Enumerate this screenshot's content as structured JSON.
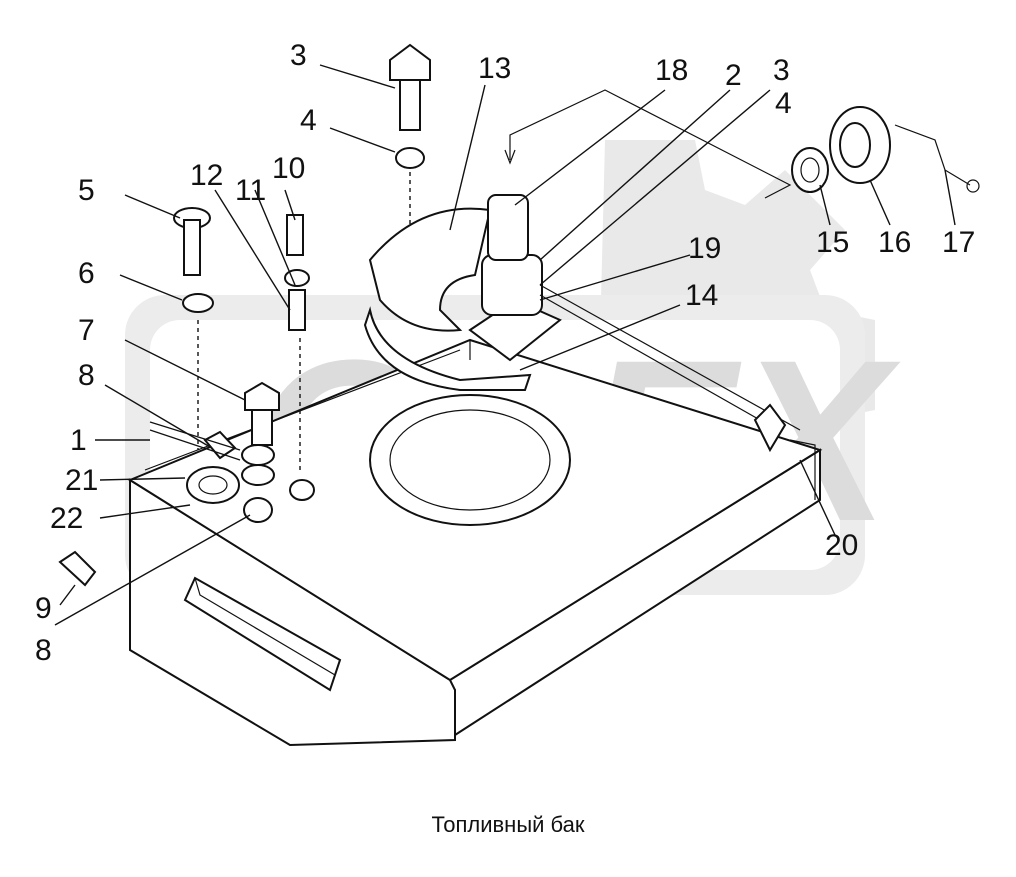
{
  "caption": "Топливный бак",
  "watermark": "OPEX",
  "colors": {
    "line": "#111111",
    "watermark": "#e8e8e8",
    "background": "#ffffff"
  },
  "callouts": {
    "c1": "1",
    "c2": "2",
    "c3a": "3",
    "c3b": "3",
    "c4a": "4",
    "c4b": "4",
    "c5": "5",
    "c6": "6",
    "c7": "7",
    "c8a": "8",
    "c8b": "8",
    "c9": "9",
    "c10": "10",
    "c11": "11",
    "c12": "12",
    "c13": "13",
    "c14": "14",
    "c15": "15",
    "c16": "16",
    "c17": "17",
    "c18": "18",
    "c19": "19",
    "c20": "20",
    "c21": "21",
    "c22": "22"
  }
}
